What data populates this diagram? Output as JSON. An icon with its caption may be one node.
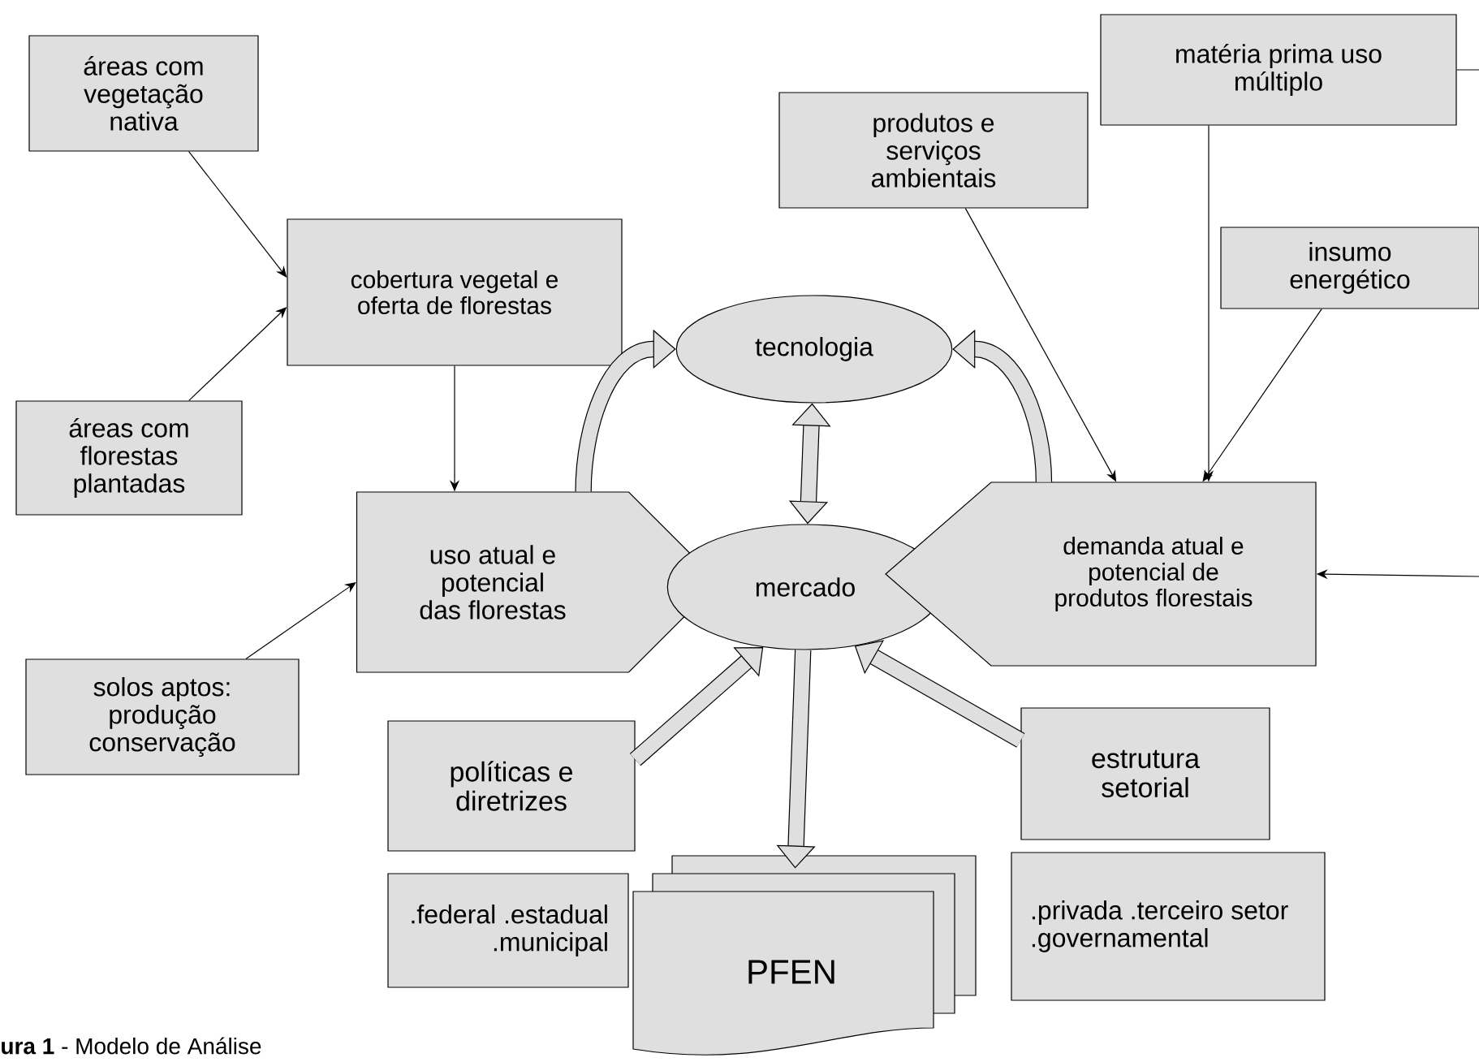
{
  "diagram": {
    "caption": "**ura 1** - Modelo de Análise",
    "nodes": [
      {
        "text": [
          "áreas com vegetação nativa"
        ]
      },
      {
        "text": [
          "áreas com florestas plantadas"
        ]
      },
      {
        "text": [
          "cobertura vegetal e oferta de florestas"
        ]
      },
      {
        "text": [
          "uso atual e potencial das florestas"
        ]
      },
      {
        "text": [
          "produtos e serviços ambientais"
        ]
      },
      {
        "text": [
          "matéria prima uso múltiplo"
        ]
      },
      {
        "text": [
          "insumo energético"
        ]
      },
      {
        "text": [
          "tecnologia"
        ]
      },
      {
        "text": [
          "mercado"
        ]
      },
      {
        "text": [
          "demanda atual e potencial de produtos florestais"
        ]
      },
      {
        "text": [
          "solos aptos: produção conservação"
        ]
      },
      {
        "text": [
          "políticas e diretrizes"
        ]
      },
      {
        "text": [
          ".federal .estadual .municipal"
        ]
      },
      {
        "text": [
          "PFEN"
        ]
      },
      {
        "text": [
          "estrutura setorial"
        ]
      },
      {
        "text": [
          ".privada .terceiro setor .governamental"
        ]
      }
    ],
    "edges": [
      {
        "from": 0,
        "to": 2,
        "arrow": "to"
      },
      {
        "from": 1,
        "to": 2,
        "arrow": "to"
      },
      {
        "from": 2,
        "to": 3,
        "arrow": "to"
      },
      {
        "from": 10,
        "to": 3,
        "arrow": "to"
      },
      {
        "from": 4,
        "to": 9,
        "arrow": "to"
      },
      {
        "from": 5,
        "to": 9,
        "arrow": "to"
      },
      {
        "from": 6,
        "to": 9,
        "arrow": "to"
      },
      {
        "from": null,
        "to": 9,
        "arrow": "to"
      },
      {
        "from": 5,
        "to": null,
        "arrow": "none"
      },
      {
        "from": 3,
        "to": 7,
        "arrow": "to",
        "style": "thick"
      },
      {
        "from": 9,
        "to": 7,
        "arrow": "to",
        "style": "thick"
      },
      {
        "from": 7,
        "to": 8,
        "arrow": "both",
        "style": "thick"
      },
      {
        "from": 8,
        "to": 13,
        "arrow": "to",
        "style": "thick"
      },
      {
        "from": 11,
        "to": 8,
        "arrow": "to",
        "style": "thick"
      },
      {
        "from": 14,
        "to": 8,
        "arrow": "to",
        "style": "thick"
      }
    ]
  }
}
